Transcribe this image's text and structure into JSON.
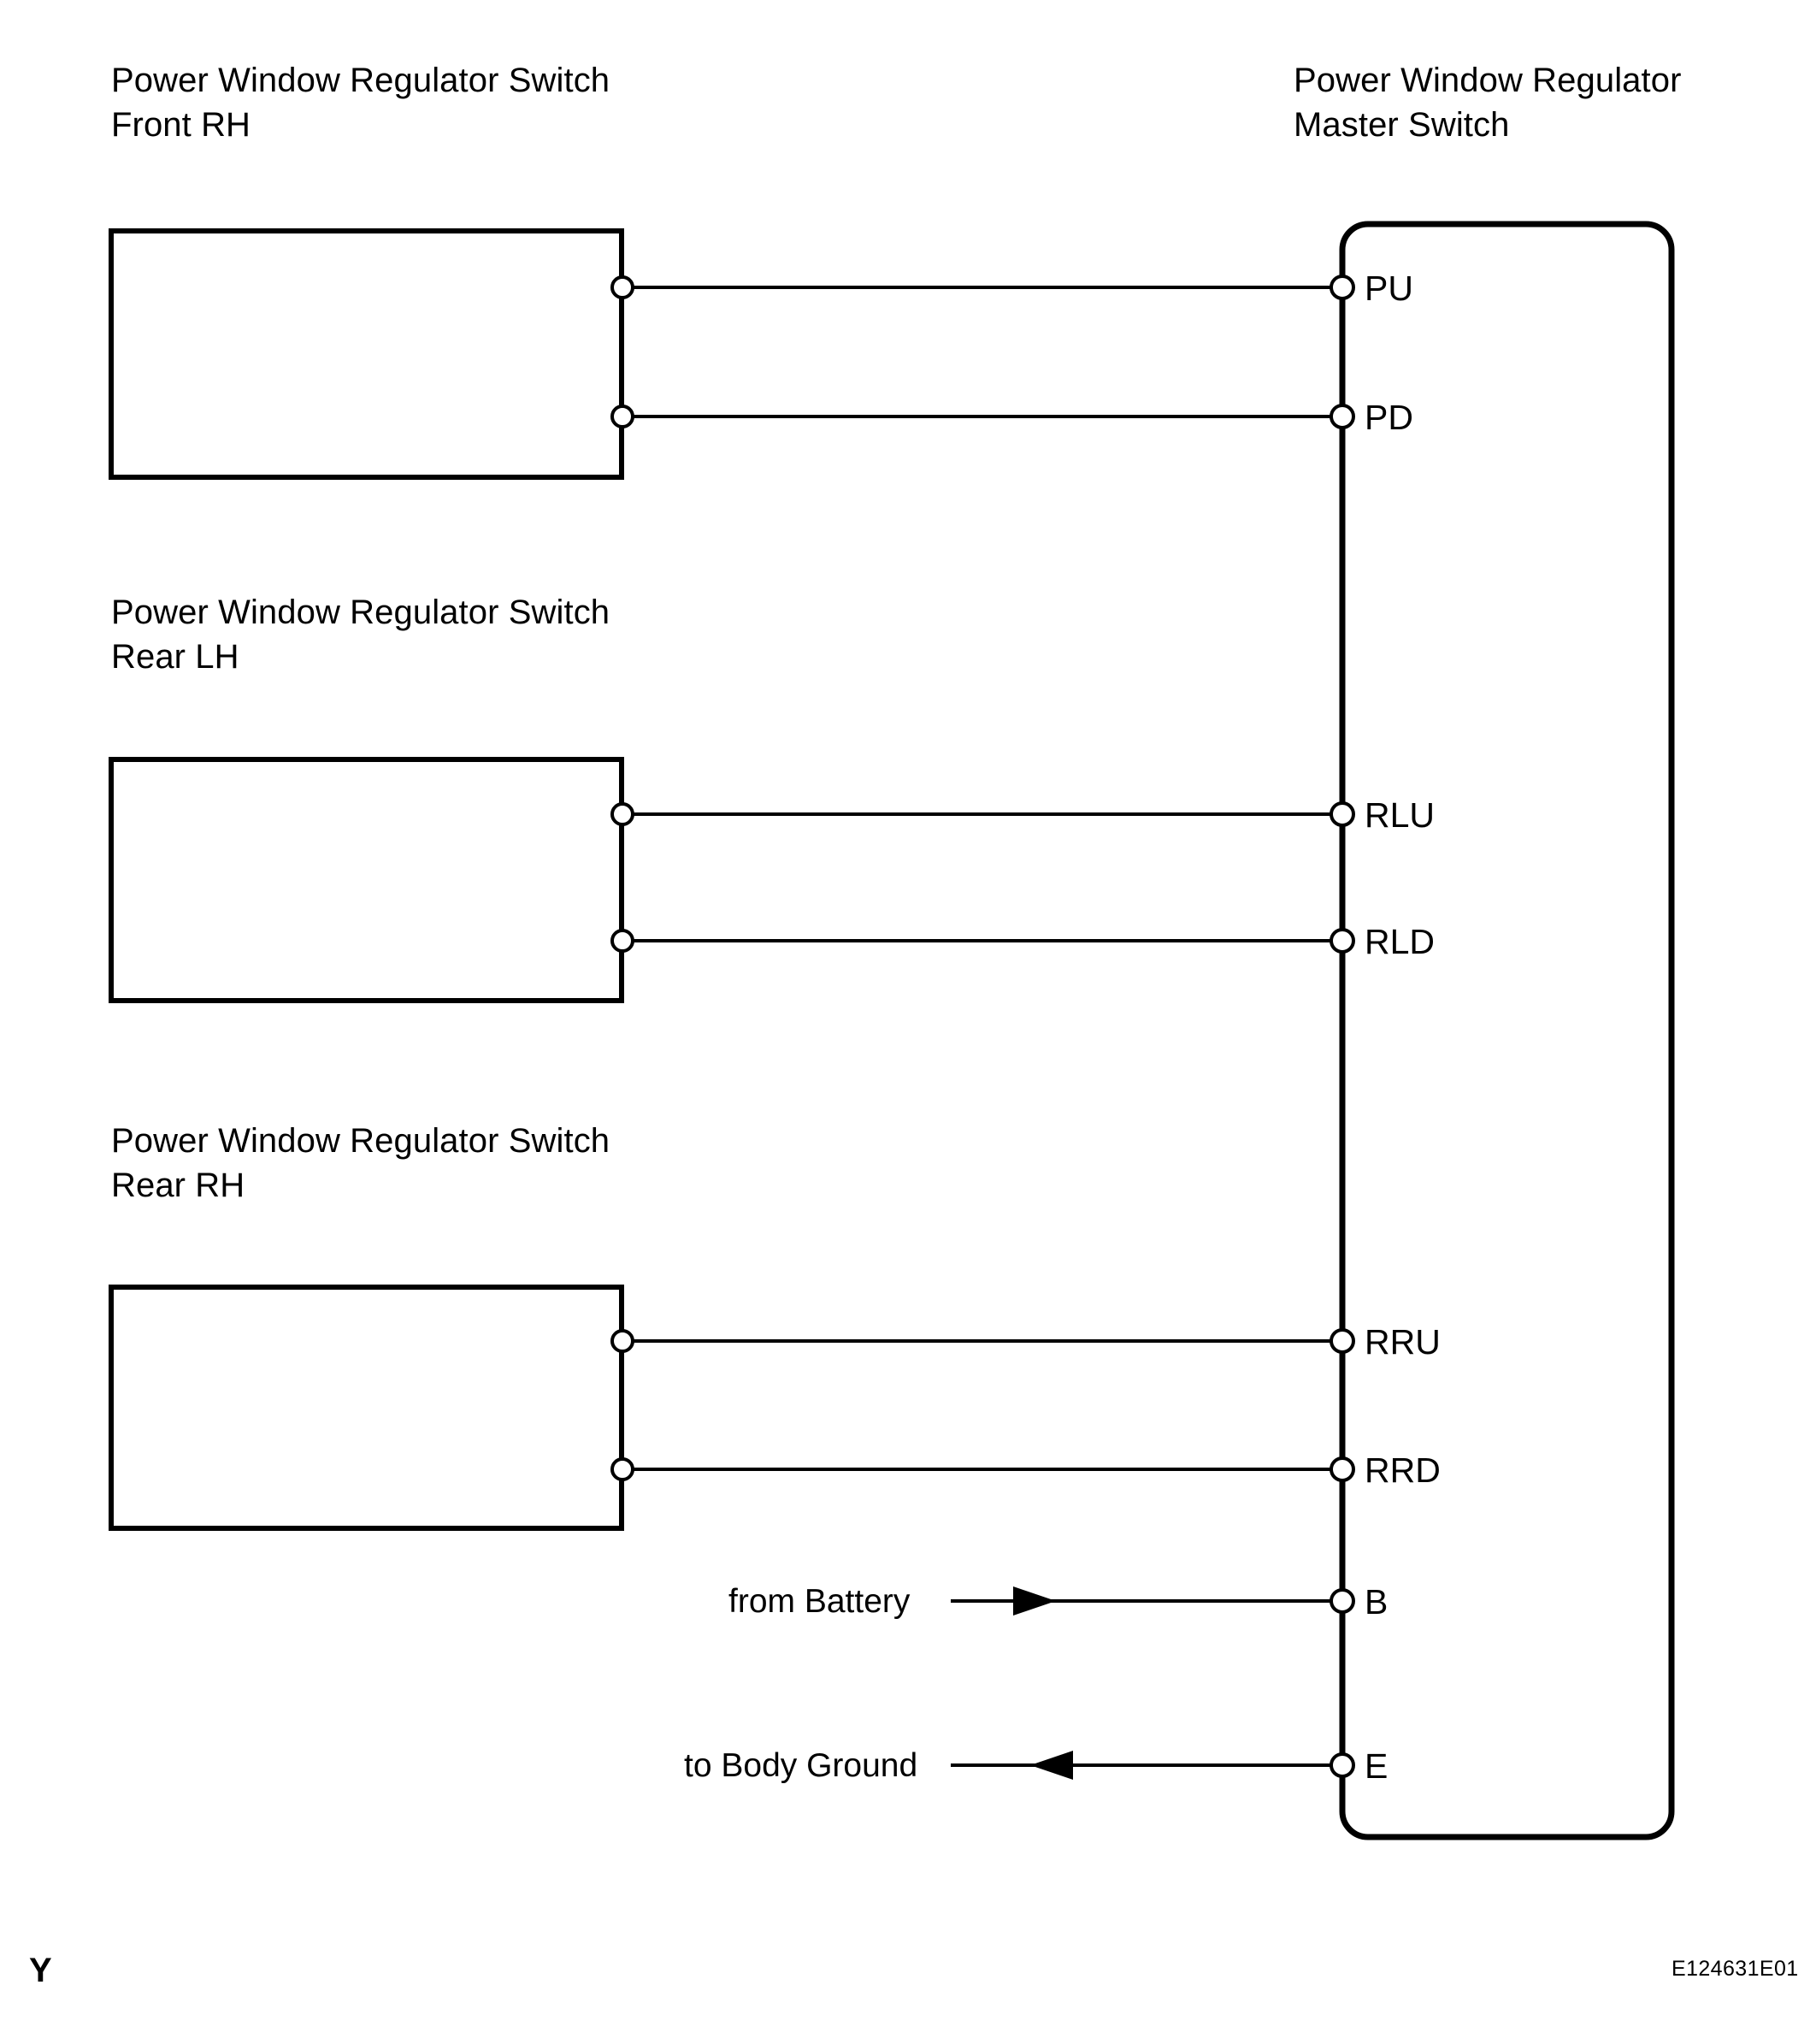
{
  "diagram": {
    "document_code": "E124631E01",
    "corner_mark": "Y",
    "colors": {
      "line": "#000000",
      "background": "#ffffff",
      "node_fill": "#ffffff"
    },
    "left_components": [
      {
        "title_line1": "Power Window Regulator Switch",
        "title_line2": "Front RH",
        "connector_name": "connector-front-rh"
      },
      {
        "title_line1": "Power Window Regulator Switch",
        "title_line2": "Rear LH",
        "connector_name": "connector-rear-lh"
      },
      {
        "title_line1": "Power Window Regulator Switch",
        "title_line2": "Rear RH",
        "connector_name": "connector-rear-rh"
      }
    ],
    "master_switch": {
      "title_line1": "Power Window Regulator",
      "title_line2": "Master Switch",
      "terminals": [
        {
          "label": "PU",
          "name": "terminal-pu"
        },
        {
          "label": "PD",
          "name": "terminal-pd"
        },
        {
          "label": "RLU",
          "name": "terminal-rlu"
        },
        {
          "label": "RLD",
          "name": "terminal-rld"
        },
        {
          "label": "RRU",
          "name": "terminal-rru"
        },
        {
          "label": "RRD",
          "name": "terminal-rrd"
        },
        {
          "label": "B",
          "name": "terminal-b"
        },
        {
          "label": "E",
          "name": "terminal-e"
        }
      ]
    },
    "flow_annotations": [
      {
        "label": "from Battery",
        "direction": "right",
        "name": "from-battery-annotation"
      },
      {
        "label": "to Body Ground",
        "direction": "left",
        "name": "to-body-ground-annotation"
      }
    ]
  }
}
